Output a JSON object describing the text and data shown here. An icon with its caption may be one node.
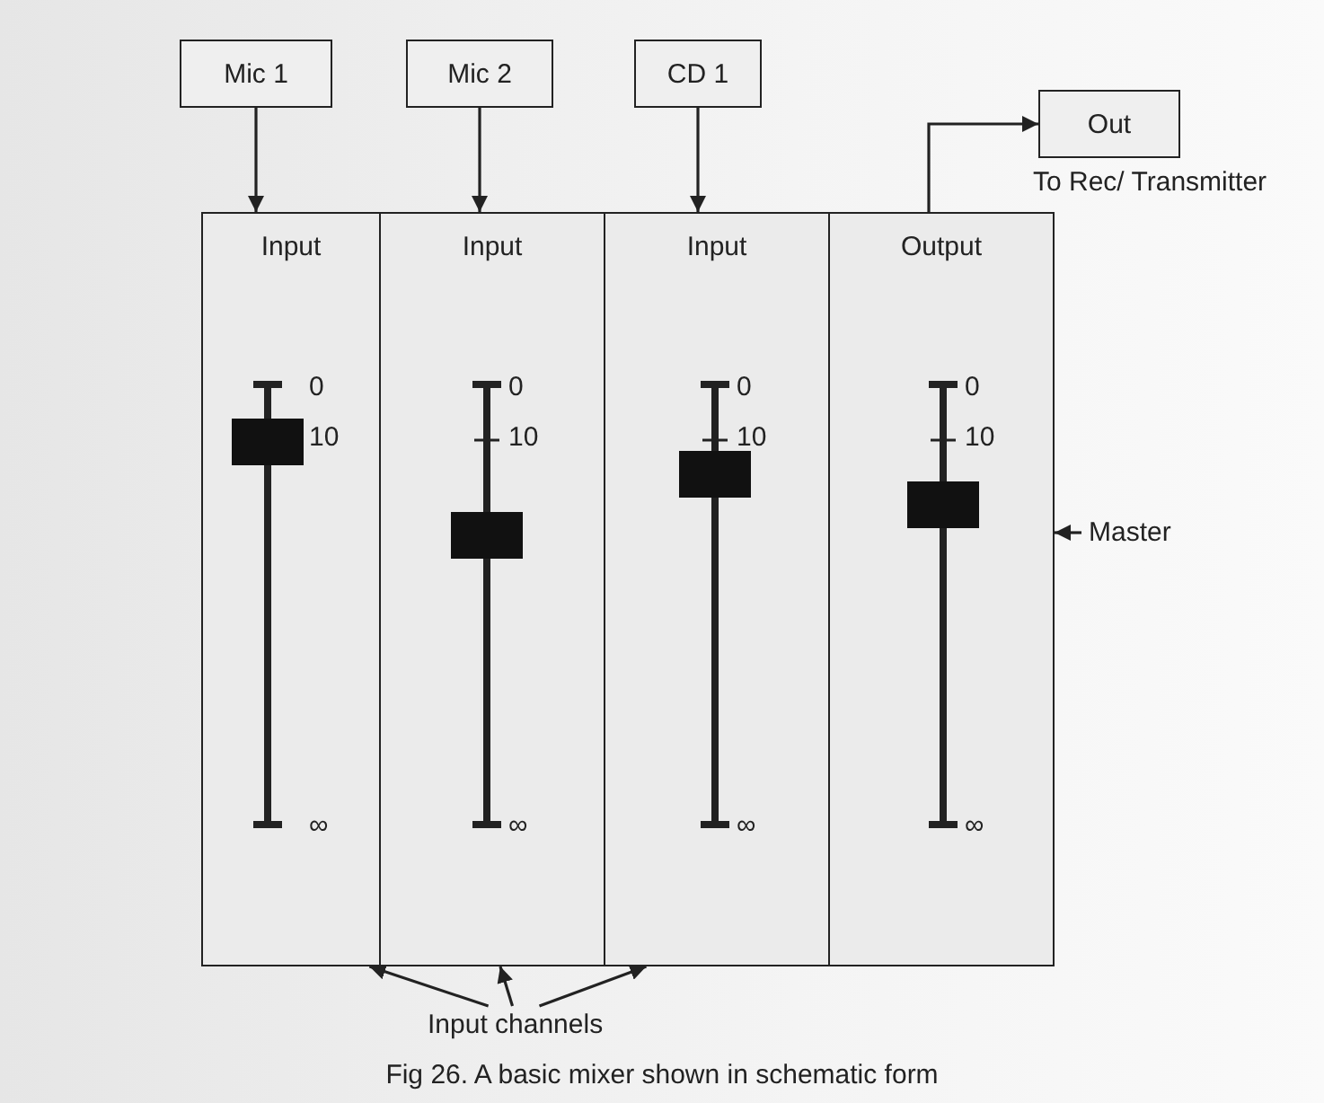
{
  "diagram": {
    "caption": "Fig 26. A basic mixer shown in schematic form",
    "nodes": [
      {
        "text": [
          "Mic 1"
        ]
      },
      {
        "text": [
          "Mic 2"
        ]
      },
      {
        "text": [
          "CD 1"
        ]
      },
      {
        "text": [
          "Out"
        ],
        "beside": [
          "To Rec/ Transmitter"
        ]
      },
      {
        "text": [
          "Input"
        ]
      },
      {
        "text": [
          "Input"
        ]
      },
      {
        "text": [
          "Input"
        ]
      },
      {
        "text": [
          "Output"
        ]
      },
      {
        "text": [
          "Master"
        ]
      },
      {
        "text": [
          "Input channels"
        ]
      }
    ],
    "edges": [
      {
        "from": 0,
        "to": 4,
        "arrow": "to"
      },
      {
        "from": 1,
        "to": 5,
        "arrow": "to"
      },
      {
        "from": 2,
        "to": 6,
        "arrow": "to"
      },
      {
        "from": 7,
        "to": 3,
        "arrow": "to"
      },
      {
        "from": 8,
        "to": 7,
        "arrow": "to"
      },
      {
        "from": 9,
        "to": 4,
        "arrow": "to"
      },
      {
        "from": 9,
        "to": 5,
        "arrow": "to"
      },
      {
        "from": 9,
        "to": 6,
        "arrow": "to"
      }
    ],
    "labels": [
      "0",
      "0",
      "0",
      "0",
      "10",
      "10",
      "10",
      "10",
      "∞",
      "∞",
      "∞",
      "∞"
    ]
  }
}
